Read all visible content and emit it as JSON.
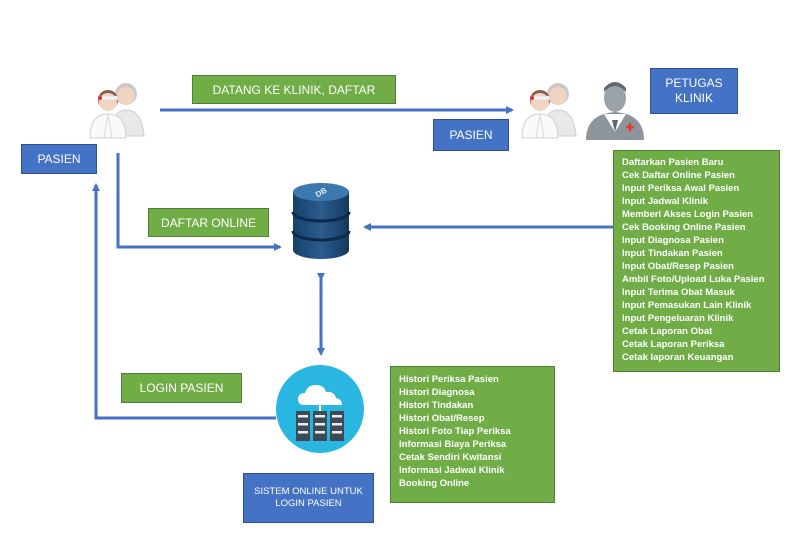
{
  "labels": {
    "pasien_left": "PASIEN",
    "pasien_right": "PASIEN",
    "petugas_klinik": "PETUGAS KLINIK",
    "datang_ke_klinik": "DATANG KE KLINIK, DAFTAR",
    "daftar_online": "DAFTAR ONLINE",
    "login_pasien": "LOGIN PASIEN",
    "sistem_online": "SISTEM ONLINE UNTUK LOGIN PASIEN",
    "db_text": "DB"
  },
  "staff_tasks": [
    "Daftarkan Pasien Baru",
    "Cek Daftar Online Pasien",
    "Input Periksa Awal Pasien",
    "Input Jadwal Klinik",
    "Memberi Akses Login Pasien",
    "Cek Booking Online Pasien",
    "Input Diagnosa Pasien",
    "Input Tindakan Pasien",
    "Input Obat/Resep Pasien",
    "Ambil Foto/Upload Luka Pasien",
    "Input Terima Obat Masuk",
    "Input Pemasukan Lain Klinik",
    "Input Pengeluaran Klinik",
    "Cetak Laporan Obat",
    "Cetak Laporan Periksa",
    "Cetak laporan Keuangan"
  ],
  "patient_features": [
    "Histori Periksa Pasien",
    "Histori Diagnosa",
    "Histori Tindakan",
    "Histori Obat/Resep",
    "Histori Foto Tiap Periksa",
    "Informasi Biaya Periksa",
    "Cetak Sendiri Kwitansi",
    "Informasi Jadwal Klinik",
    "Booking Online"
  ],
  "icons": {
    "patients_left": "patients-icon",
    "patients_right": "patients-icon",
    "doctor": "doctor-icon",
    "database": "database-icon",
    "cloud_server": "cloud-server-icon"
  },
  "colors": {
    "blue": "#4472c4",
    "green": "#70ad47",
    "arrow": "#4472c4",
    "db_dark": "#1f4e79",
    "cloud_circle": "#29b6e0"
  }
}
